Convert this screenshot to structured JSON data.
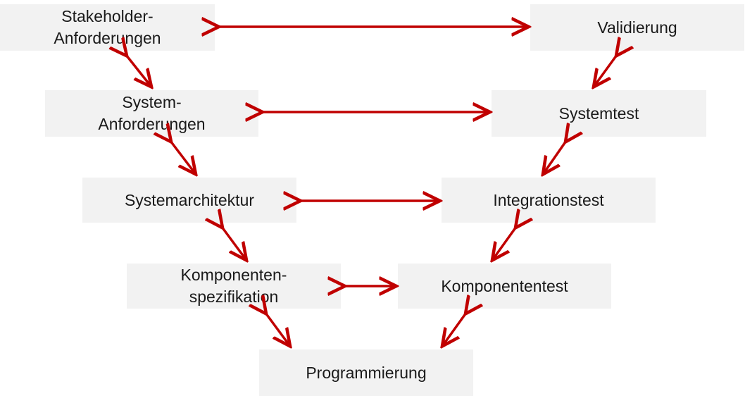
{
  "colors": {
    "box_fill": "#f2f2f2",
    "arrow": "#c00000",
    "text": "#1a1a1a"
  },
  "nodes": {
    "stakeholder": "Stakeholder-\nAnforderungen",
    "system_req": "System-\nAnforderungen",
    "architecture": "Systemarchitektur",
    "component_spec": "Komponenten-\nspezifikation",
    "programming": "Programmierung",
    "component_test": "Komponententest",
    "integration_test": "Integrationstest",
    "system_test": "Systemtest",
    "validation": "Validierung"
  }
}
